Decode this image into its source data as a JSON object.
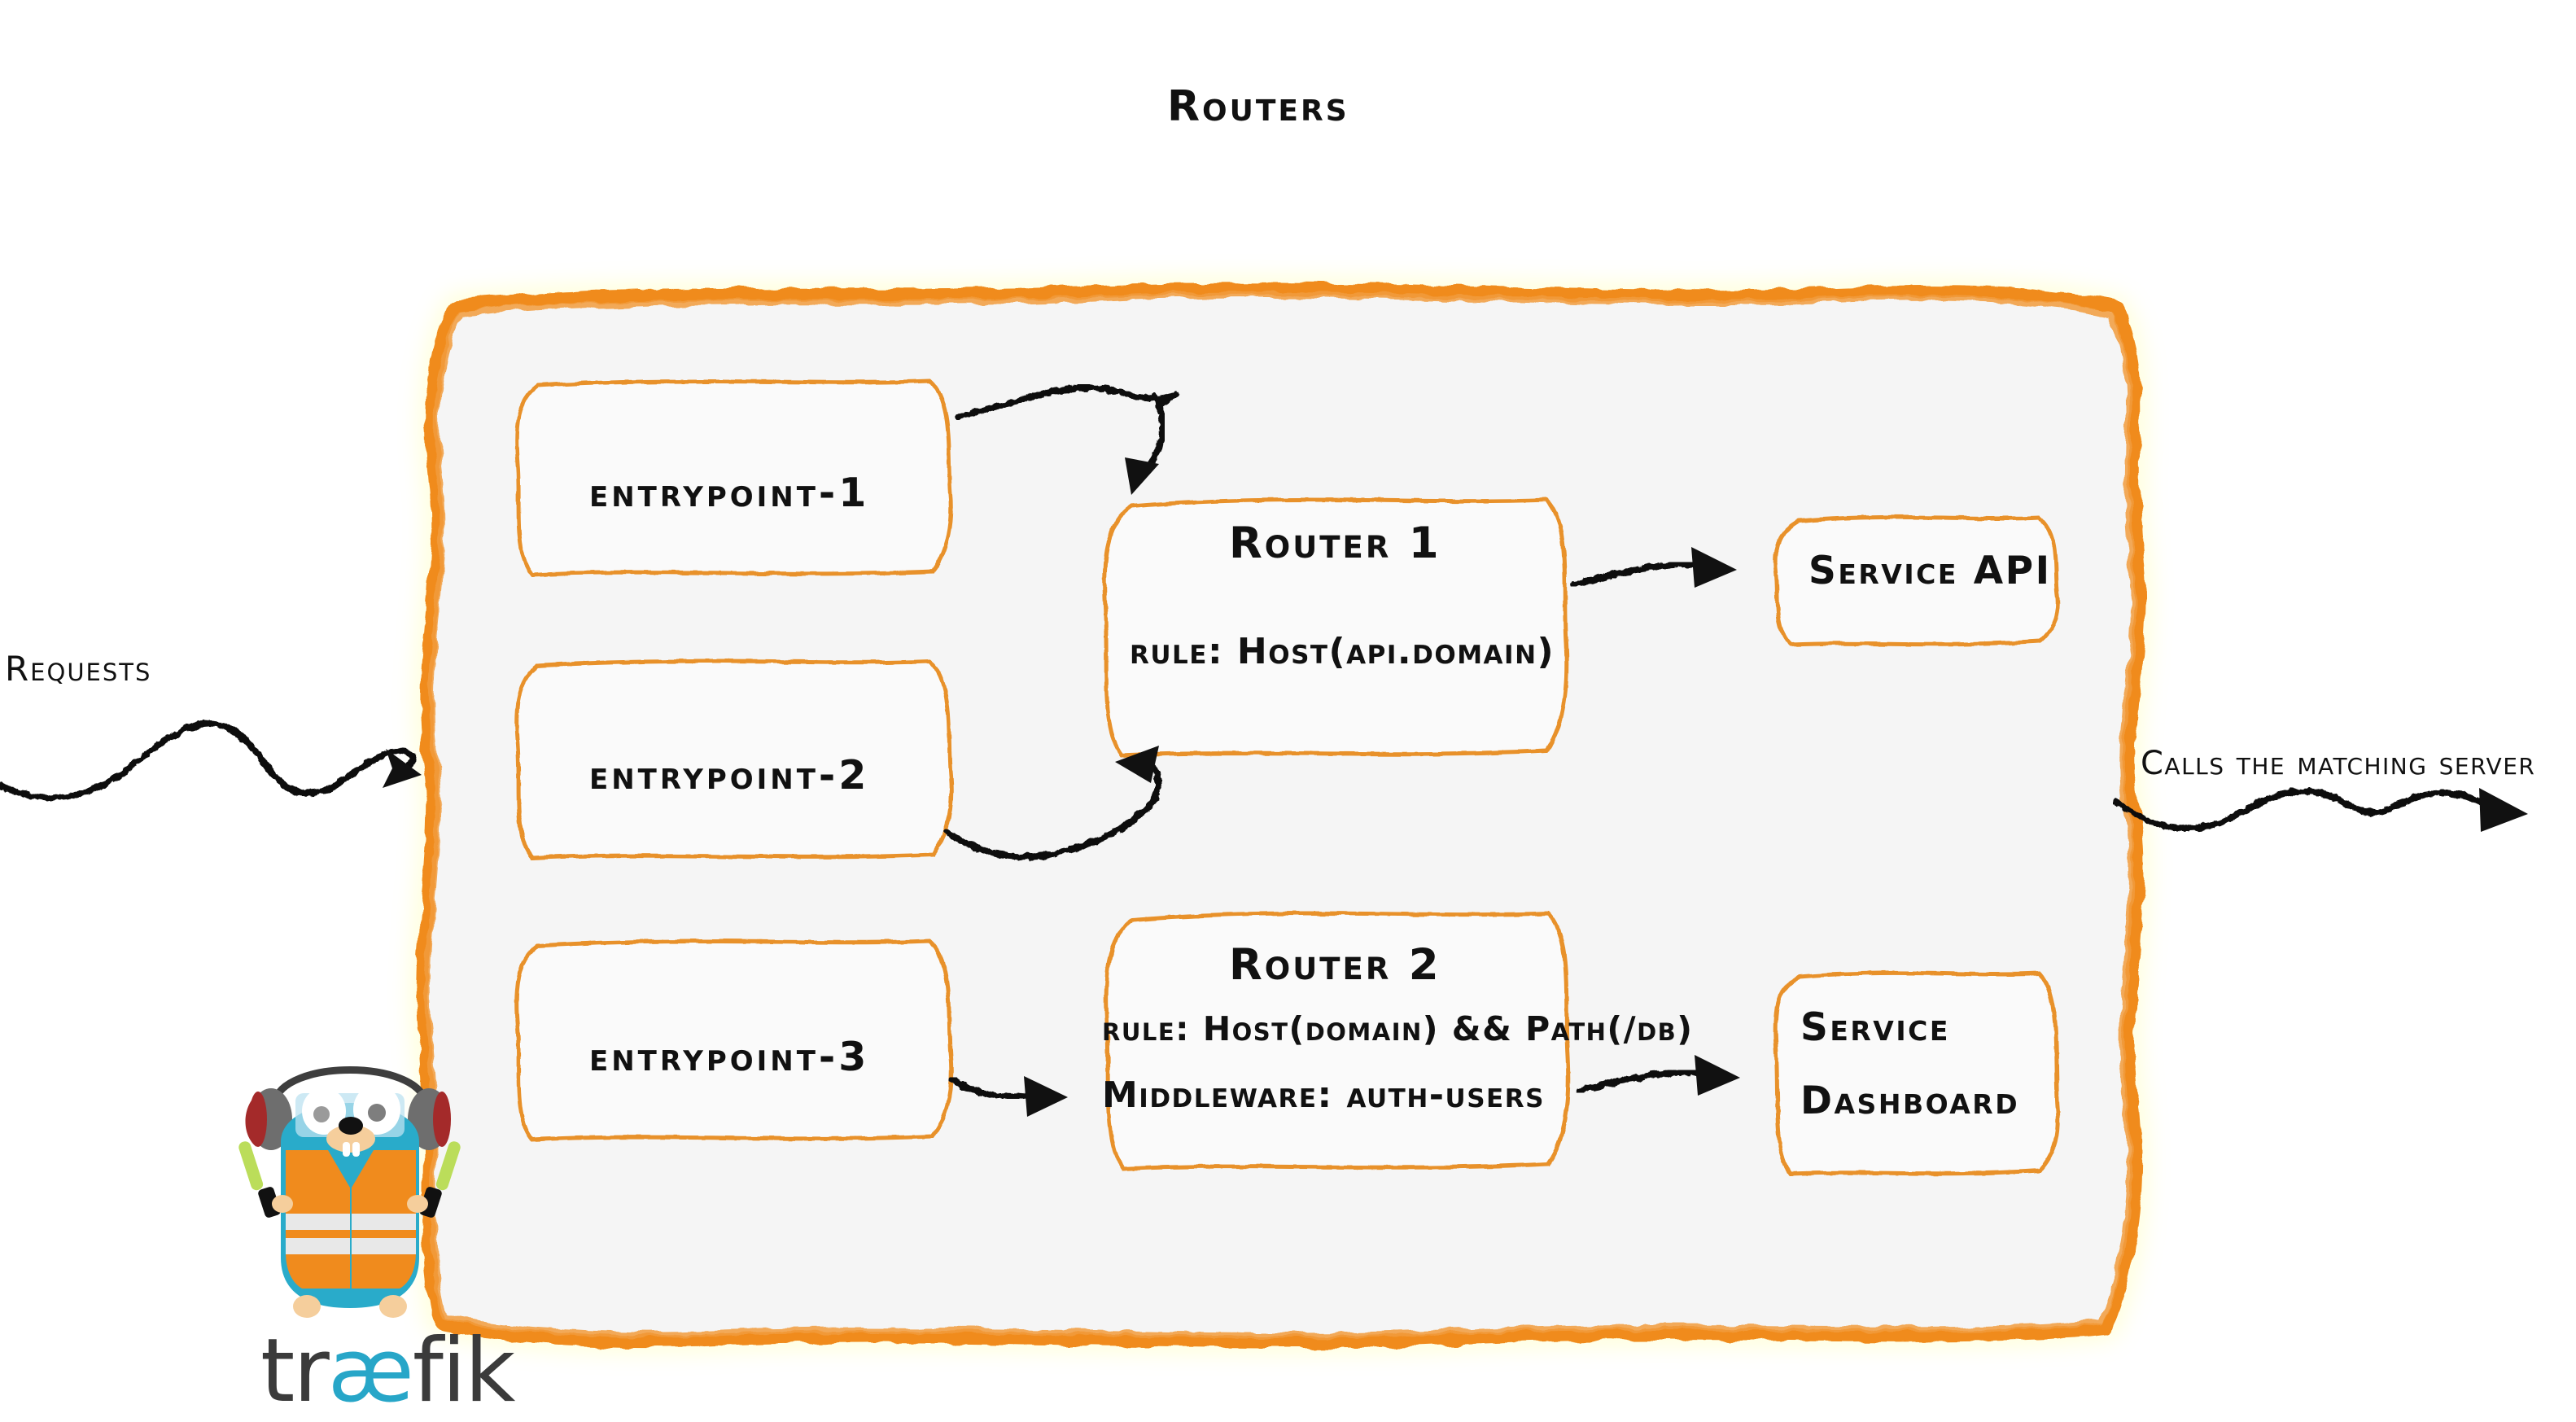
{
  "diagram": {
    "title": "Routers",
    "type": "traefik-routing-flow",
    "colors": {
      "accent_orange": "#F08B1D",
      "panel_fill": "#F5F5F5",
      "box_border": "#E8912B",
      "arrow_black": "#111111",
      "gopher_blue": "#29ABCA",
      "gopher_vest": "#F08B1D",
      "glowstick_green": "#BBDD5A",
      "wordmark_dark": "#3B3B3B",
      "wordmark_blue": "#27A6C8"
    },
    "inbound": {
      "label": "Requests",
      "arrow": "wavy-arrow-right"
    },
    "outbound": {
      "label": "Calls the matching server",
      "arrow": "wavy-arrow-right"
    },
    "entrypoints": [
      {
        "label": "entrypoint-1"
      },
      {
        "label": "entrypoint-2"
      },
      {
        "label": "entrypoint-3"
      }
    ],
    "routers": [
      {
        "title": "Router 1",
        "lines": [
          "rule: Host(api.domain)"
        ]
      },
      {
        "title": "Router 2",
        "lines": [
          "rule: Host(domain) && Path(/db)",
          "Middleware: auth-users"
        ]
      }
    ],
    "services": [
      {
        "lines": [
          "Service API"
        ]
      },
      {
        "lines": [
          "Service",
          "Dashboard"
        ]
      }
    ],
    "connections": [
      {
        "from": "entrypoint-1",
        "to": "Router 1"
      },
      {
        "from": "entrypoint-2",
        "to": "Router 1"
      },
      {
        "from": "entrypoint-3",
        "to": "Router 2"
      },
      {
        "from": "Router 1",
        "to": "Service API"
      },
      {
        "from": "Router 2",
        "to": "Service Dashboard"
      }
    ],
    "logo": {
      "wordmark_prefix": "tr",
      "wordmark_ae": "æ",
      "wordmark_suffix": "fik",
      "mascot": "traefik-gopher"
    }
  }
}
